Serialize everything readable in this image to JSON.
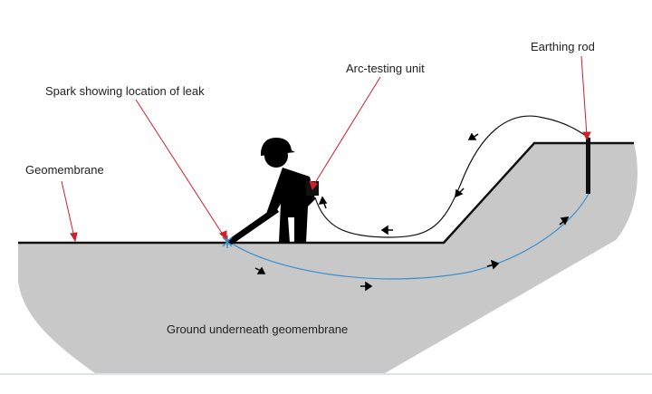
{
  "labels": {
    "earthing_rod": "Earthing rod",
    "arc_unit": "Arc-testing unit",
    "spark": "Spark showing location of leak",
    "geomembrane": "Geomembrane",
    "ground": "Ground underneath geomembrane"
  },
  "colors": {
    "ground": "#c8c8c8",
    "pointer": "#d0202a",
    "current": "#3a8fd0",
    "membrane": "#111111"
  }
}
